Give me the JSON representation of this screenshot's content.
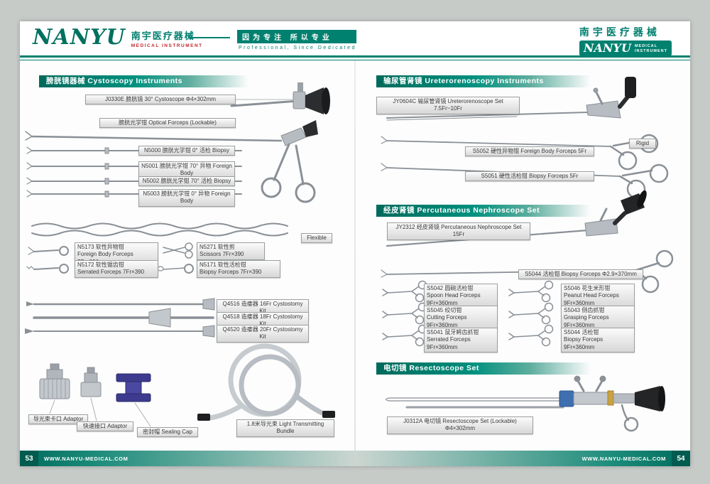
{
  "brand": {
    "name": "NANYU",
    "cn": "南宇医疗器械",
    "sub": "MEDICAL INSTRUMENT",
    "sub_word1": "MEDICAL",
    "sub_word2": "INSTRUMENT",
    "slogan_cn": "因为专注 所以专业",
    "slogan_en": "Professional, Since Dedicated"
  },
  "colors": {
    "teal": "#00806F",
    "red": "#C0272D"
  },
  "footer": {
    "page_left": "53",
    "page_right": "54",
    "website": "WWW.NANYU-MEDICAL.COM"
  },
  "sections": {
    "cystoscopy": "膀胱镜器械  Cystoscopy Instruments",
    "uretero": "输尿管肾镜 Ureterorenoscopy Instruments",
    "nephro": "经皮肾镜 Percutaneous Nephroscope Set",
    "resecto": "电切镜  Resectoscope Set"
  },
  "labels": {
    "cysto_scope": "J0330E 膀胱镜 30°  Cystoscope  Φ4×302mm",
    "optical_forceps": "膀胱光学钳 Optical Forceps (Lockable)",
    "n5000": "N5000 膀胱光学钳 0°  活检 Biopsy",
    "n5001": "N5001 膀胱光学钳 70°  异物 Foreign Body",
    "n5002": "N5002 膀胱光学钳 70°  活检 Biopsy",
    "n5003": "N5003 膀胱光学钳 0°  异物 Foreign Body",
    "flexible_tag": "Flexible",
    "n5173": "N5173 软性异物钳\nForeign Body Forceps 7Fr×390",
    "n5271": "N5271 软性剪\nScissors 7Fr×390",
    "n5172": "N5172 软性锯齿钳\nSerrated Forceps 7Fr×390",
    "n5171": "N5171 软性活检钳\nBiopsy Forceps 7Fr×390",
    "q4516": "Q4516 造瘘器 16Fr Cystostomy Kit",
    "q4518": "Q4518 造瘘器 18Fr Cystostomy Kit",
    "q4520": "Q4520 造瘘器 20Fr Cystostomy Kit",
    "adaptor1": "导光束卡口 Adaptor",
    "adaptor2": "快速接口 Adaptor",
    "sealing_cap": "密封帽 Sealing Cap",
    "light_bundle": "1.8米导光束  Light Transmitting Bundle",
    "jy0604c": "JY0604C 输尿管肾镜 Ureterorenoscope Set 7.5Fr~10Fr",
    "rigid_tag": "Rigid",
    "s5052": "S5052 硬性异物钳 Foreign Body Forceps 5Fr",
    "s5051": "S5051 硬性活检钳 Biopsy Forceps 5Fr",
    "jy2312": "JY2312 经皮肾镜 Percutaneous Nephroscope Set 15Fr",
    "s5044_long": "S5044 活检钳 Biopsy Forceps Φ2.9×370mm",
    "s5042": "S5042 圆碗活检钳\nSpoon Head Forceps\n9Fr×360mm",
    "s5046": "S5046 花生米形钳\nPeanut Head Forceps\n9Fr×360mm",
    "s5045": "S5045 绞切钳\nCutting Forceps\n9Fr×360mm",
    "s5043": "S5043 侧齿抓钳\nGrasping Forceps\n9Fr×360mm",
    "s5041": "S5041 鼠牙鳄齿抓钳\nSerrated Forceps\n9Fr×360mm",
    "s5044b": "S5044 活检钳\nBiopsy Forceps\n9Fr×360mm",
    "j0312a": "J0312A 电切镜 Resectoscope Set (Lockable)  Φ4×302mm"
  }
}
